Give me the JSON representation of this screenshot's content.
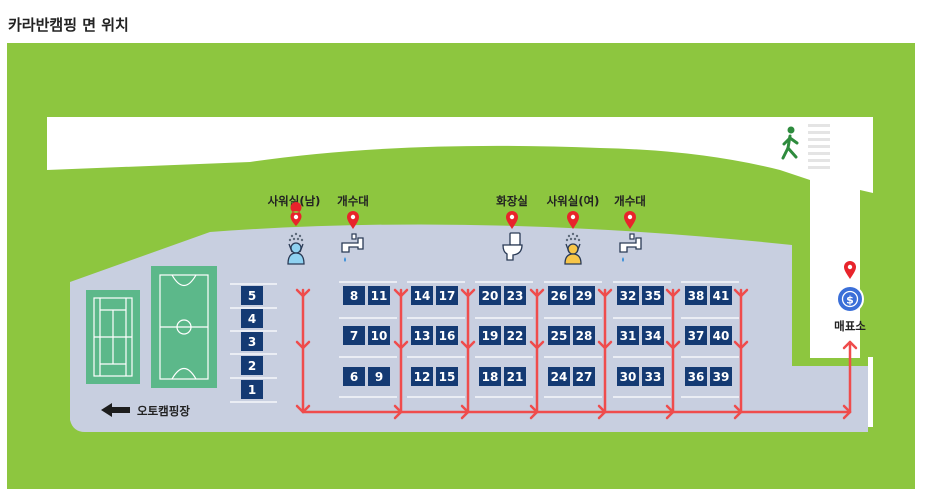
{
  "title": "카라반캠핑 면 위치",
  "colors": {
    "grass": "#8dc63f",
    "road": "#ffffff",
    "lot": "#c8cfe0",
    "site": "#143a73",
    "court": "#5cb88a",
    "arrow": "#ef4c4c",
    "pin": "#e8242b",
    "coin": "#3b6fd8"
  },
  "facilities": [
    {
      "label": "사워실(남)",
      "icon": "shower-male-icon"
    },
    {
      "label": "개수대",
      "icon": "faucet-icon"
    },
    {
      "label": "화장실",
      "icon": "toilet-icon"
    },
    {
      "label": "사워실(여)",
      "icon": "shower-female-icon"
    },
    {
      "label": "개수대",
      "icon": "faucet-icon"
    }
  ],
  "ticket_office": {
    "label": "매표소",
    "icon": "dollar-coin-icon"
  },
  "auto_camping": {
    "label": "오토캠핑장",
    "icon": "arrow-left-icon"
  },
  "sites": {
    "left_column": [
      "5",
      "4",
      "3",
      "2",
      "1"
    ],
    "groups": [
      [
        [
          "8",
          "11"
        ],
        [
          "7",
          "10"
        ],
        [
          "6",
          "9"
        ]
      ],
      [
        [
          "14",
          "17"
        ],
        [
          "13",
          "16"
        ],
        [
          "12",
          "15"
        ]
      ],
      [
        [
          "20",
          "23"
        ],
        [
          "19",
          "22"
        ],
        [
          "18",
          "21"
        ]
      ],
      [
        [
          "26",
          "29"
        ],
        [
          "25",
          "28"
        ],
        [
          "24",
          "27"
        ]
      ],
      [
        [
          "32",
          "35"
        ],
        [
          "31",
          "34"
        ],
        [
          "30",
          "33"
        ]
      ],
      [
        [
          "38",
          "41"
        ],
        [
          "37",
          "40"
        ],
        [
          "36",
          "39"
        ]
      ]
    ]
  },
  "pedestrian": {
    "icon": "walking-person-icon"
  }
}
